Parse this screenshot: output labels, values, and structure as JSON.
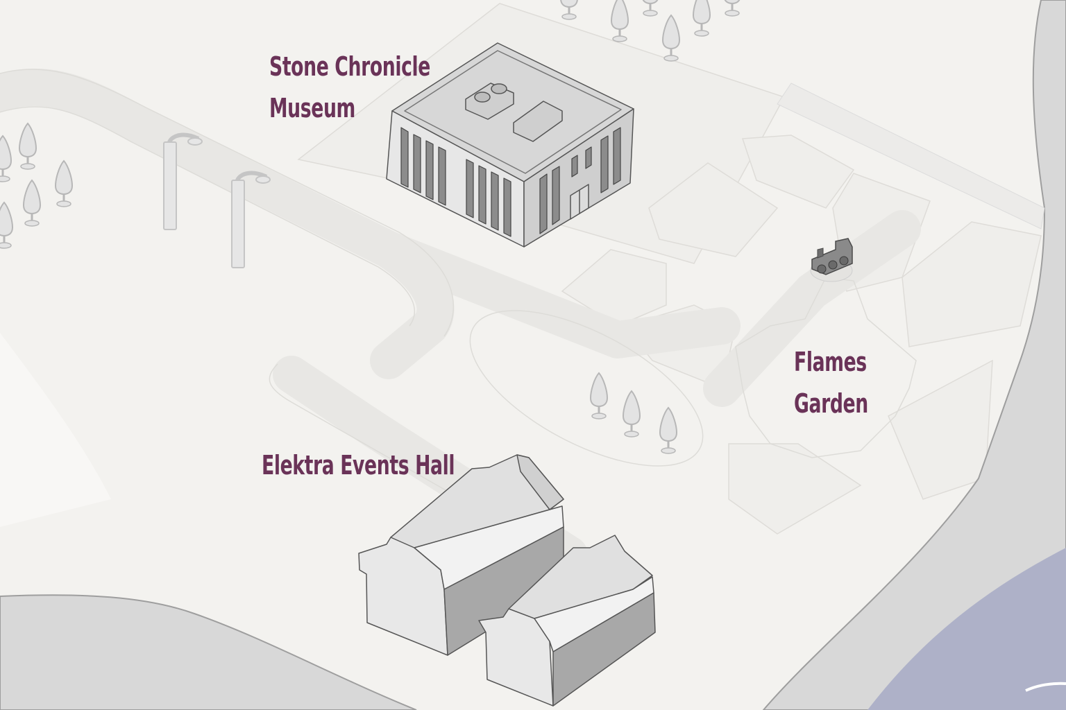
{
  "map": {
    "locations": [
      {
        "id": "museum",
        "lines": [
          "Stone Chronicle",
          "Museum"
        ]
      },
      {
        "id": "garden",
        "lines": [
          "Flames",
          "Garden"
        ]
      },
      {
        "id": "hall",
        "lines": [
          "Elektra Events Hall"
        ]
      }
    ],
    "colors": {
      "ground": "#f3f2ef",
      "path": "#e9e8e5",
      "road": "#d9d9d9",
      "water": "#aeb1c8",
      "label": "#6a3358",
      "outline": "#555555"
    },
    "icons": [
      "tree-icon",
      "street-lamp-icon",
      "locomotive-icon"
    ]
  }
}
